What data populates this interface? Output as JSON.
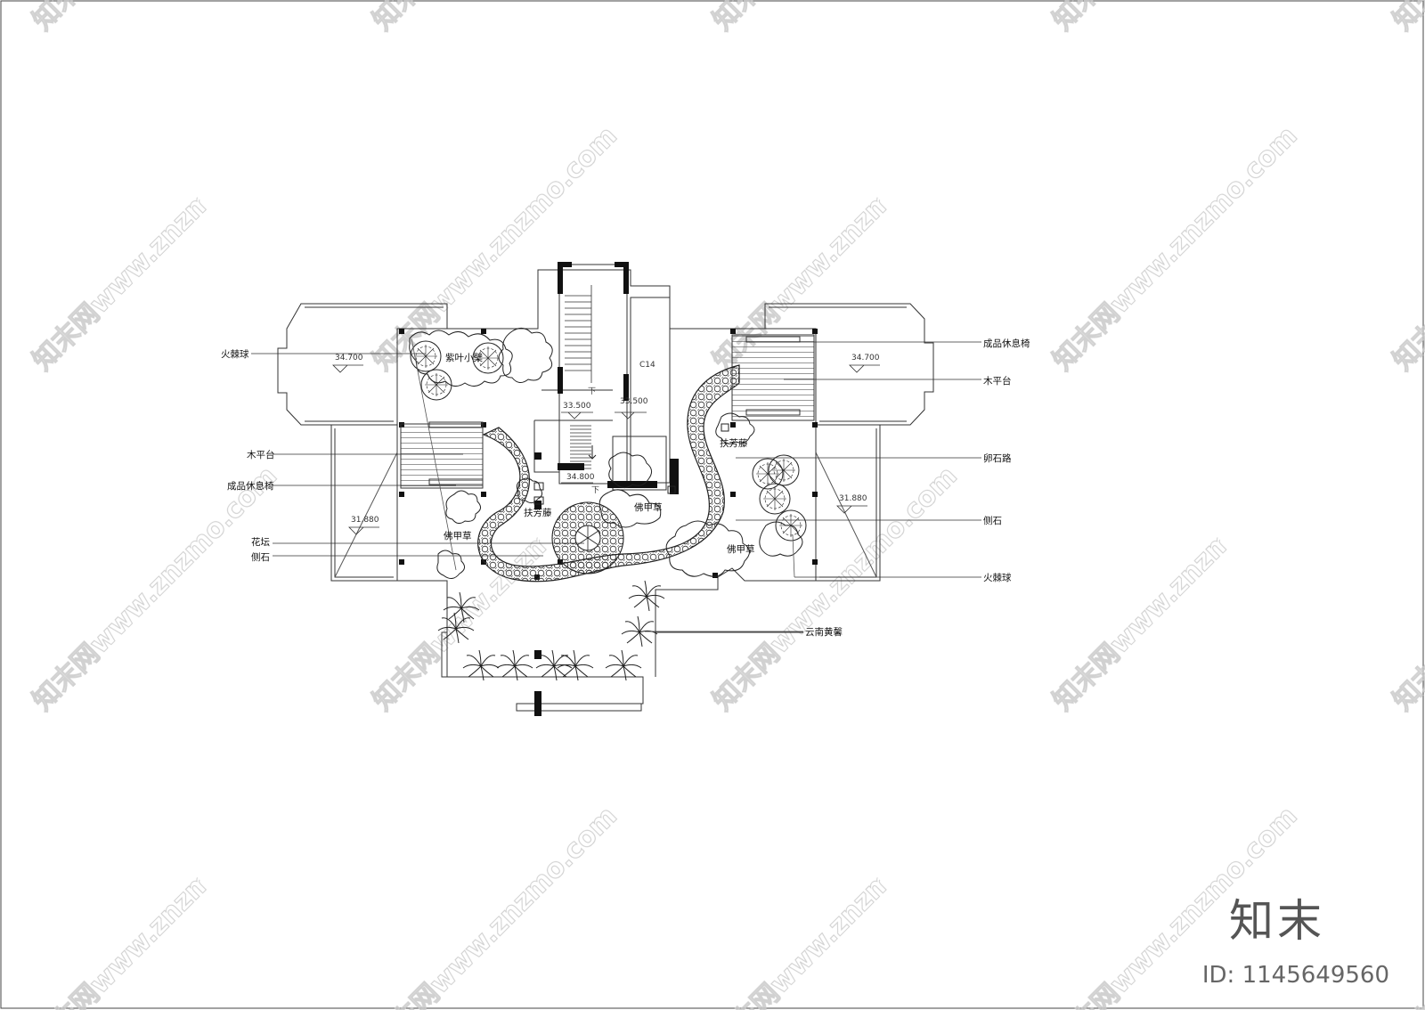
{
  "labels_left": [
    {
      "id": "huolaqiu-l",
      "text": "火棘球"
    },
    {
      "id": "muping-l",
      "text": "木平台"
    },
    {
      "id": "xiuxi-l",
      "text": "成品休息椅"
    },
    {
      "id": "huatan-l",
      "text": "花坛"
    },
    {
      "id": "ceshi-l",
      "text": "侧石"
    }
  ],
  "labels_right": [
    {
      "id": "xiuxi-r",
      "text": "成品休息椅"
    },
    {
      "id": "muping-r",
      "text": "木平台"
    },
    {
      "id": "luanshi-r",
      "text": "卵石路"
    },
    {
      "id": "ceshi-r",
      "text": "侧石"
    },
    {
      "id": "huolaqiu-r",
      "text": "火棘球"
    },
    {
      "id": "yunnan-r",
      "text": "云南黄馨"
    }
  ],
  "plant_labels": {
    "ziye": "紫叶小檗",
    "fufang_left": "扶芳藤",
    "fufang_right": "扶芳藤",
    "fojia_center": "佛甲草",
    "fojia_left": "佛甲草",
    "fojia_right": "佛甲草"
  },
  "elevations": {
    "tl": "34.700",
    "tr": "34.700",
    "bl": "31.880",
    "br": "31.880",
    "stair_l": "33.500",
    "stair_r": "33.500",
    "stair_low": "34.800",
    "window": "C14",
    "down1": "下",
    "down2": "下"
  },
  "watermark": "知末网www.znzmo.com",
  "brand": {
    "logo": "知末",
    "id_text": "ID: 1145649560"
  }
}
